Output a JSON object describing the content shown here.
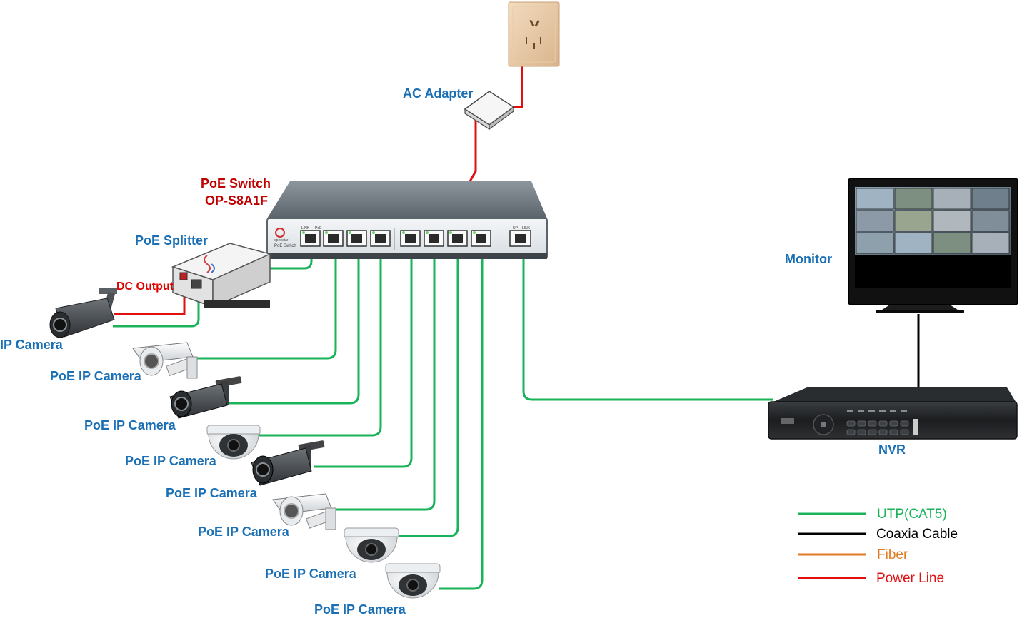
{
  "labels": {
    "ac_adapter": "AC Adapter",
    "poe_switch": "PoE Switch",
    "switch_model": "OP-S8A1F",
    "poe_splitter": "PoE Splitter",
    "dc_output": "DC Output",
    "ip_camera": "IP Camera",
    "poe_ip_camera": "PoE IP Camera",
    "monitor": "Monitor",
    "nvr": "NVR",
    "switch_brand": "openstar",
    "switch_panel_name": "PoE Switch",
    "port_link": "LINK",
    "port_poe": "PoE",
    "port_up": "UP",
    "port_uplink": "LINK"
  },
  "legend": {
    "items": [
      {
        "label": "UTP(CAT5)",
        "color": "#1bb35a"
      },
      {
        "label": "Coaxia Cable",
        "color": "#000000"
      },
      {
        "label": "Fiber",
        "color": "#e07b22"
      },
      {
        "label": "Power Line",
        "color": "#e01010"
      }
    ]
  },
  "colors": {
    "utp": "#1bb35a",
    "coax": "#000000",
    "fiber": "#e07b22",
    "power": "#e01010",
    "label_blue": "#1a6fb5",
    "label_red": "#c00000"
  }
}
